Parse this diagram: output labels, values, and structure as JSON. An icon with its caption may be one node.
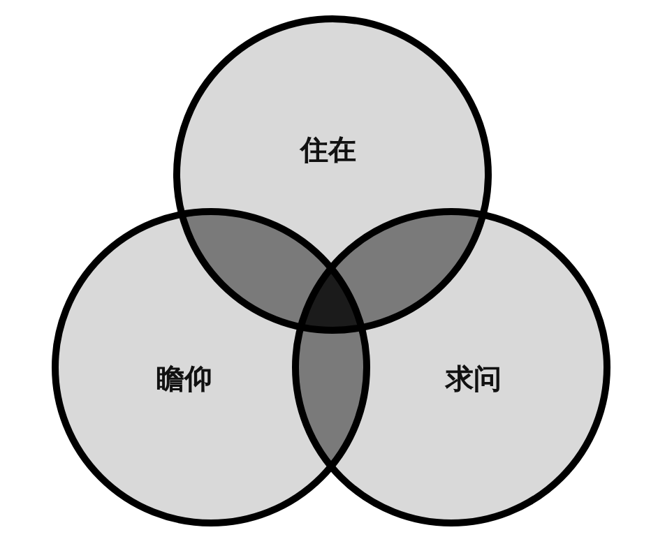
{
  "diagram": {
    "nodes": [
      {
        "text": [
          "住在"
        ]
      },
      {
        "text": [
          "瞻仰"
        ]
      },
      {
        "text": [
          "求问"
        ]
      }
    ]
  }
}
